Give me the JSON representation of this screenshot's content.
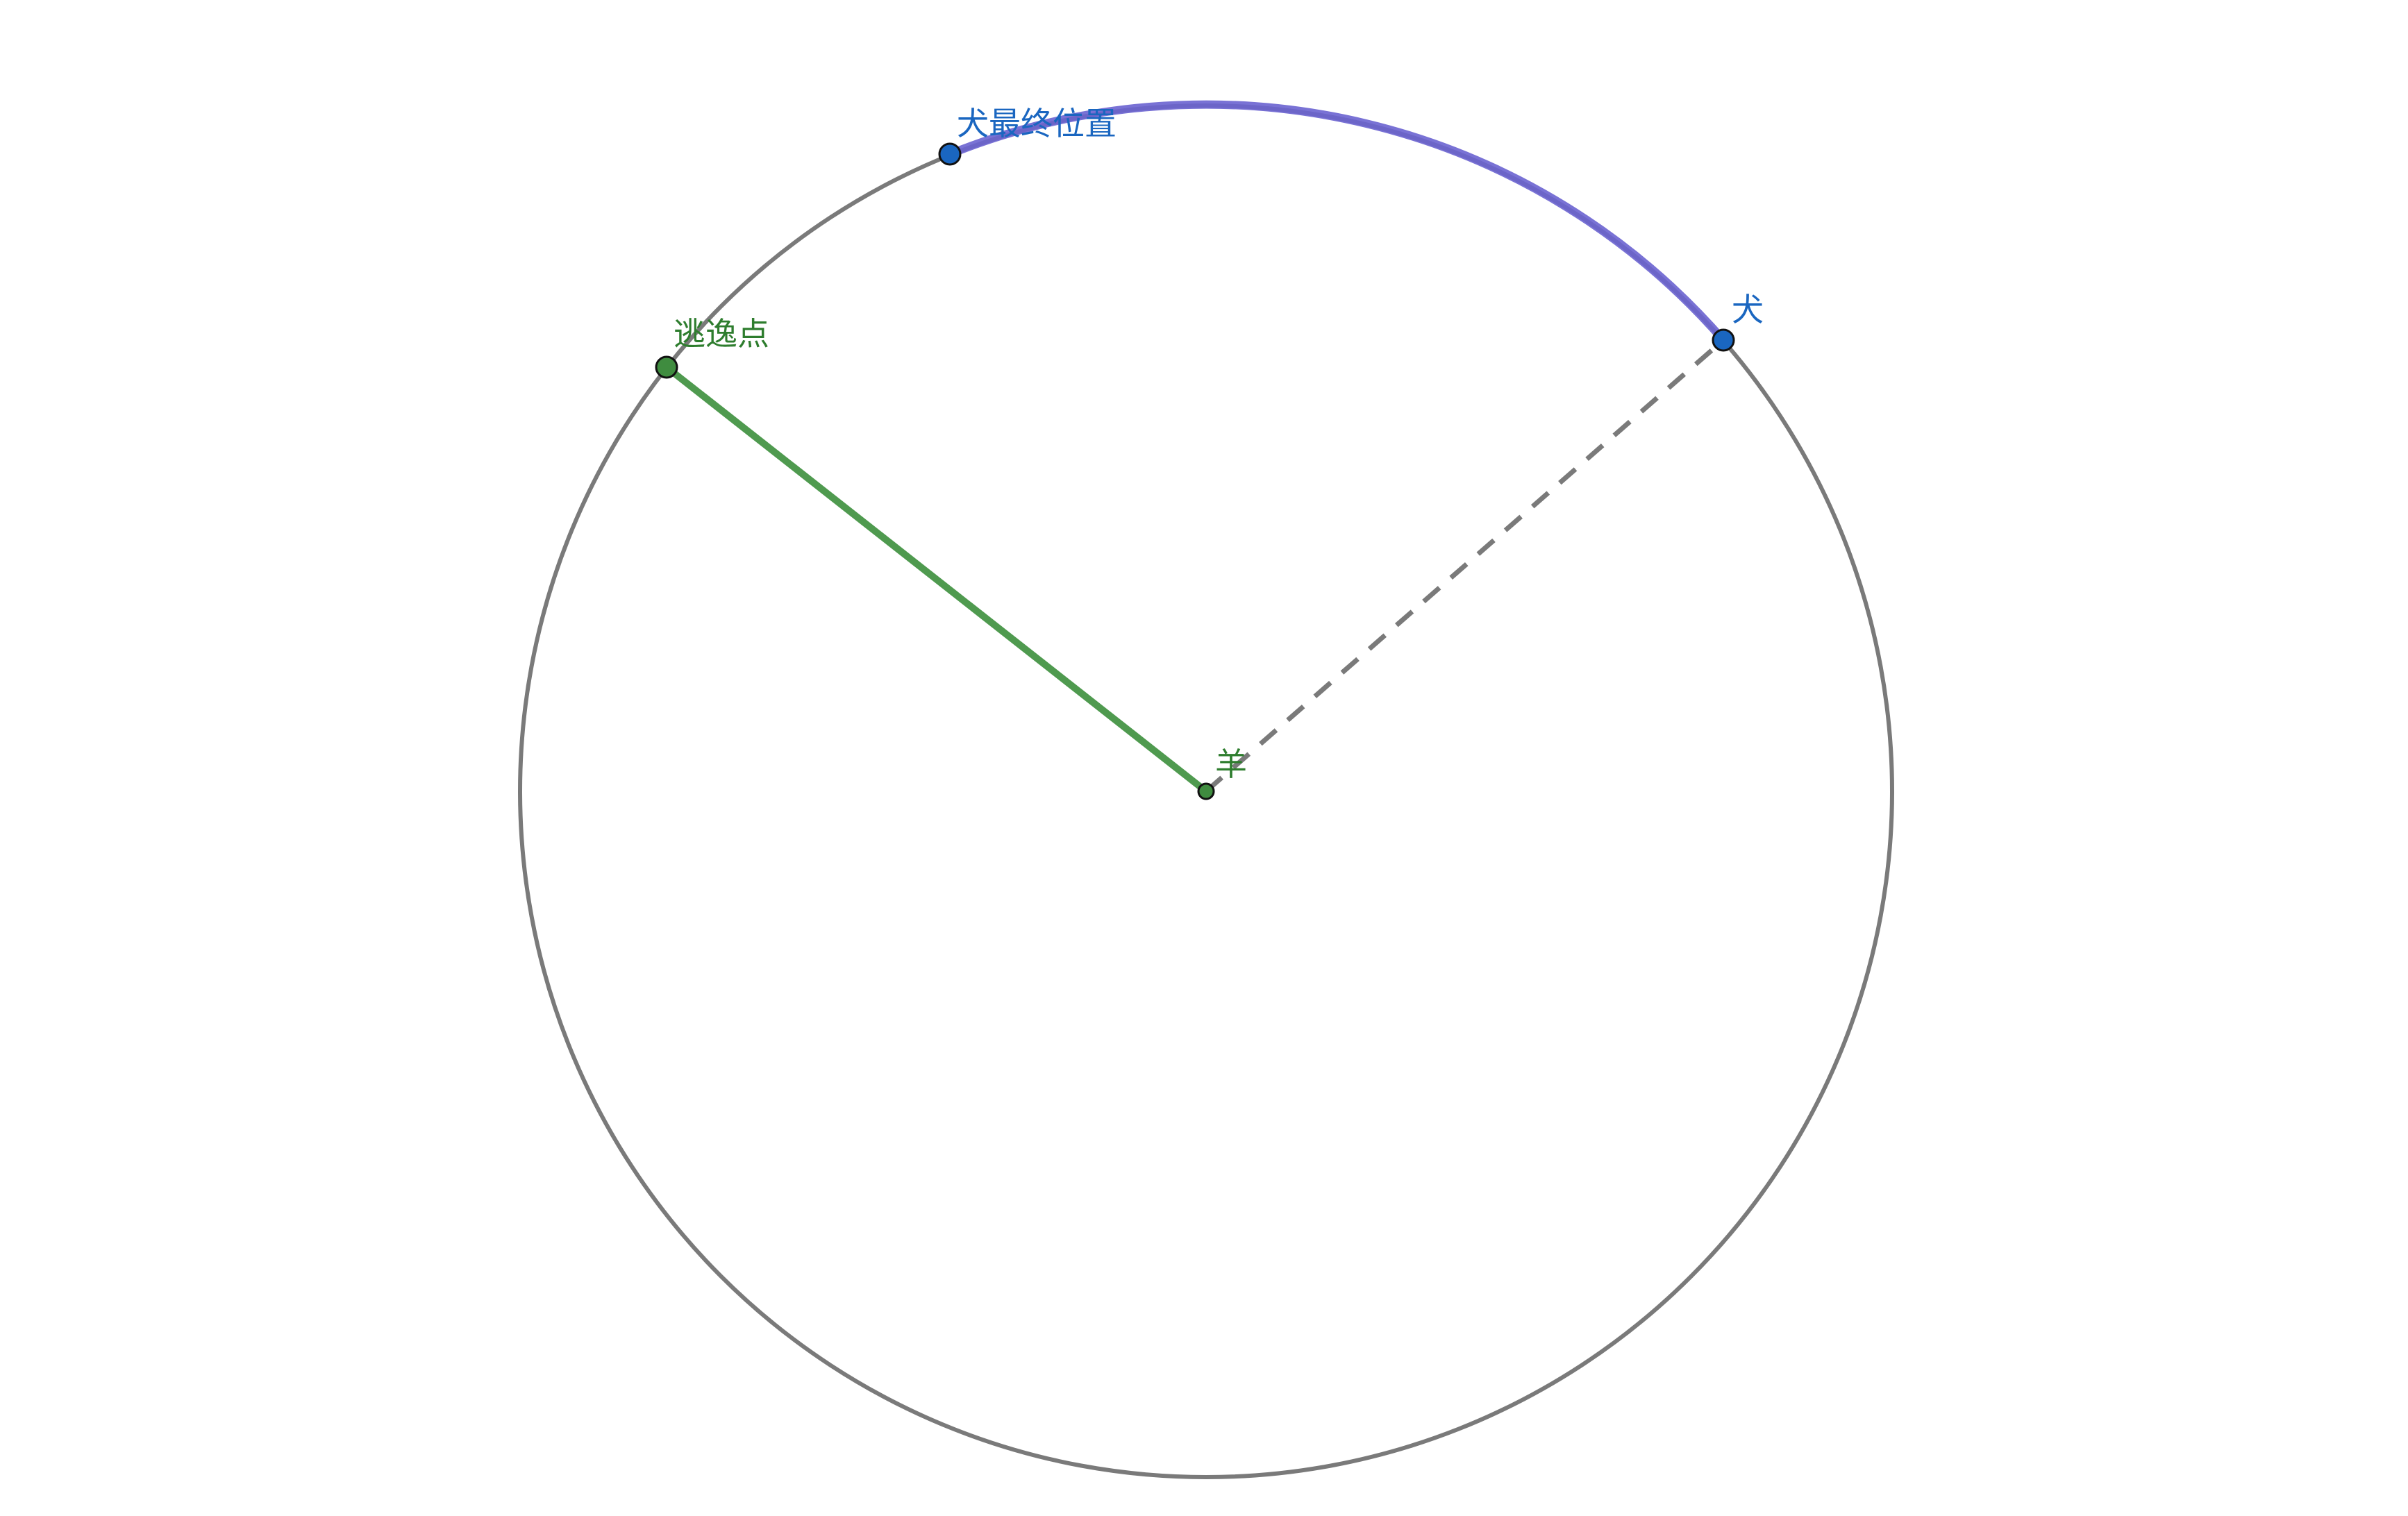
{
  "labels": {
    "sheep": "羊",
    "dog": "犬",
    "dog_final": "犬最终位置",
    "escape": "逃逸点"
  },
  "colors": {
    "background": "#ffffff",
    "circle": "#7a7a7a",
    "dashed_line": "#7a7a7a",
    "dog_path_arc": "#6a63d0",
    "escape_segment": "#4f9a4f",
    "dog_point": "#1a66c0",
    "sheep_point": "#3f8c3f",
    "dog_label": "#1a66c0",
    "sheep_label": "#2e7d2e"
  }
}
